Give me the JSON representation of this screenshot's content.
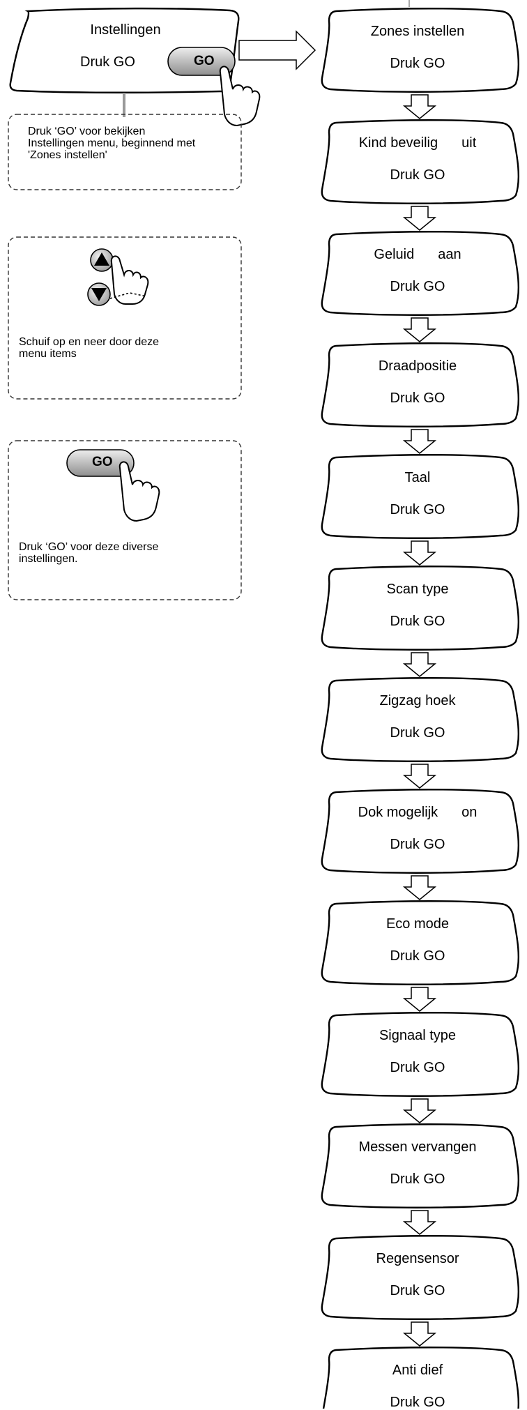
{
  "start_box": {
    "title": "Instellingen",
    "action": "Druk GO",
    "go_button": "GO"
  },
  "notes": [
    {
      "text": "Druk ‘GO’ voor bekijken\nInstellingen menu, beginnend met\n'Zones instellen'"
    },
    {
      "text": "Schuif op en neer door deze\nmenu items"
    },
    {
      "text": "Druk ‘GO’ voor deze diverse\ninstellingen.",
      "go_button": "GO"
    }
  ],
  "menu_items": [
    {
      "title": "Zones instellen",
      "value": "",
      "action": "Druk GO"
    },
    {
      "title": "Kind beveilig",
      "value": "uit",
      "action": "Druk GO"
    },
    {
      "title": "Geluid",
      "value": "aan",
      "action": "Druk GO"
    },
    {
      "title": "Draadpositie",
      "value": "",
      "action": "Druk GO"
    },
    {
      "title": "Taal",
      "value": "",
      "action": "Druk GO"
    },
    {
      "title": "Scan type",
      "value": "",
      "action": "Druk GO"
    },
    {
      "title": "Zigzag hoek",
      "value": "",
      "action": "Druk GO"
    },
    {
      "title": "Dok mogelijk",
      "value": "on",
      "action": "Druk GO"
    },
    {
      "title": "Eco mode",
      "value": "",
      "action": "Druk GO"
    },
    {
      "title": "Signaal type",
      "value": "",
      "action": "Druk GO"
    },
    {
      "title": "Messen vervangen",
      "value": "",
      "action": "Druk GO"
    },
    {
      "title": "Regensensor",
      "value": "",
      "action": "Druk GO"
    },
    {
      "title": "Anti dief",
      "value": "",
      "action": "Druk GO"
    }
  ]
}
